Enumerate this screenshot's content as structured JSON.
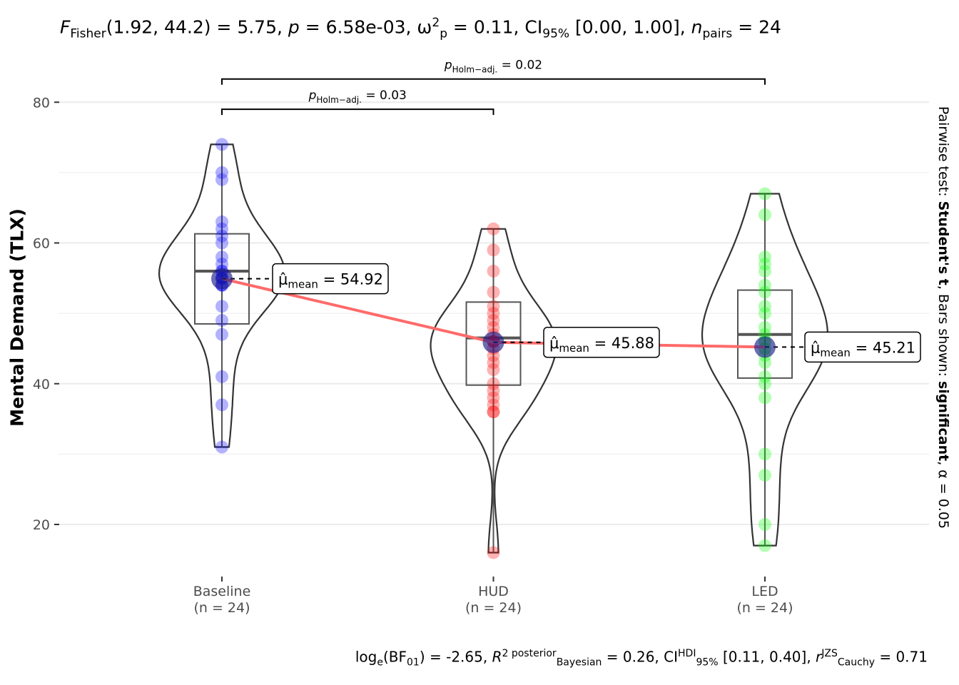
{
  "subtitle": {
    "stat_symbol": "F",
    "stat_sub": "Fisher",
    "stat_args": "(1.92, 44.2)",
    "stat_value": "5.75",
    "p_symbol": "p",
    "p_value": "6.58e-03",
    "effect_symbol": "ω",
    "effect_sup": "2",
    "effect_sub": "p",
    "effect_value": "0.11",
    "ci_label": "CI",
    "ci_sub": "95%",
    "ci_value": "[0.00, 1.00]",
    "n_symbol": "n",
    "n_sub": "pairs",
    "n_value": "24"
  },
  "caption": {
    "bf_label": "log",
    "bf_sub1": "e",
    "bf_mid": "(BF",
    "bf_sub2": "01",
    "bf_value": ") = -2.65,",
    "r2_symbol": "R",
    "r2_sup": "2 posterior",
    "r2_sub": "Bayesian",
    "r2_value": "= 0.26,",
    "ci_label": "CI",
    "ci_sup": "HDI",
    "ci_sub": "95%",
    "ci_value": "[0.11, 0.40],",
    "r_symbol": "r",
    "r_sup": "JZS",
    "r_sub": "Cauchy",
    "r_value": "= 0.71"
  },
  "right_label": {
    "prefix": "Pairwise test: ",
    "test": "Student's t",
    "middle": ", Bars shown: ",
    "bars": "significant",
    "suffix": ", α = 0.05"
  },
  "colors": {
    "Baseline": "#0000ff",
    "HUD": "#ff0000",
    "LED": "#00ff00",
    "mean_point": "#1e1e8c",
    "mean_line": "#ff6a6a",
    "grid": "#ebebeb",
    "violin": "#333333"
  },
  "chart_data": {
    "type": "violin-box-scatter",
    "ylabel": "Mental Demand (TLX)",
    "xlabel": "",
    "ylim": [
      10,
      85
    ],
    "yticks": [
      20,
      40,
      60,
      80
    ],
    "grid": true,
    "categories": [
      "Baseline",
      "HUD",
      "LED"
    ],
    "category_n_labels": [
      "(n = 24)",
      "(n = 24)",
      "(n = 24)"
    ],
    "groups": [
      {
        "name": "Baseline",
        "values": [
          74,
          70,
          69,
          63,
          62,
          61,
          60,
          58,
          57,
          56,
          56,
          55,
          55,
          55,
          54,
          54,
          54,
          51,
          49,
          47,
          41,
          37,
          31,
          55
        ],
        "mean": 54.92,
        "box": {
          "q1": 48.5,
          "median": 56,
          "q3": 61.3
        },
        "range": [
          31,
          74
        ],
        "mean_label": "54.92"
      },
      {
        "name": "HUD",
        "values": [
          62,
          59,
          56,
          53,
          51,
          50,
          49,
          48,
          47,
          46,
          46,
          45,
          44,
          43,
          42,
          40,
          39,
          38,
          37,
          36,
          36,
          16,
          46,
          46
        ],
        "mean": 45.88,
        "box": {
          "q1": 39.8,
          "median": 46.5,
          "q3": 51.6
        },
        "range": [
          16,
          62
        ],
        "mean_label": "45.88"
      },
      {
        "name": "LED",
        "values": [
          67,
          64,
          58,
          57,
          56,
          54,
          53,
          51,
          50,
          48,
          47,
          46,
          45,
          44,
          43,
          41,
          40,
          38,
          30,
          27,
          20,
          17,
          46,
          45
        ],
        "mean": 45.21,
        "box": {
          "q1": 40.8,
          "median": 47,
          "q3": 53.3
        },
        "range": [
          17,
          67
        ],
        "mean_label": "45.21"
      }
    ],
    "mean_symbol": "μ̂",
    "mean_sub": "mean",
    "comparisons": [
      {
        "from": "Baseline",
        "to": "HUD",
        "label": "p",
        "label_sub": "Holm−adj.",
        "value": "0.03",
        "y": 79
      },
      {
        "from": "Baseline",
        "to": "LED",
        "label": "p",
        "label_sub": "Holm−adj.",
        "value": "0.02",
        "y": 83.3
      }
    ]
  }
}
